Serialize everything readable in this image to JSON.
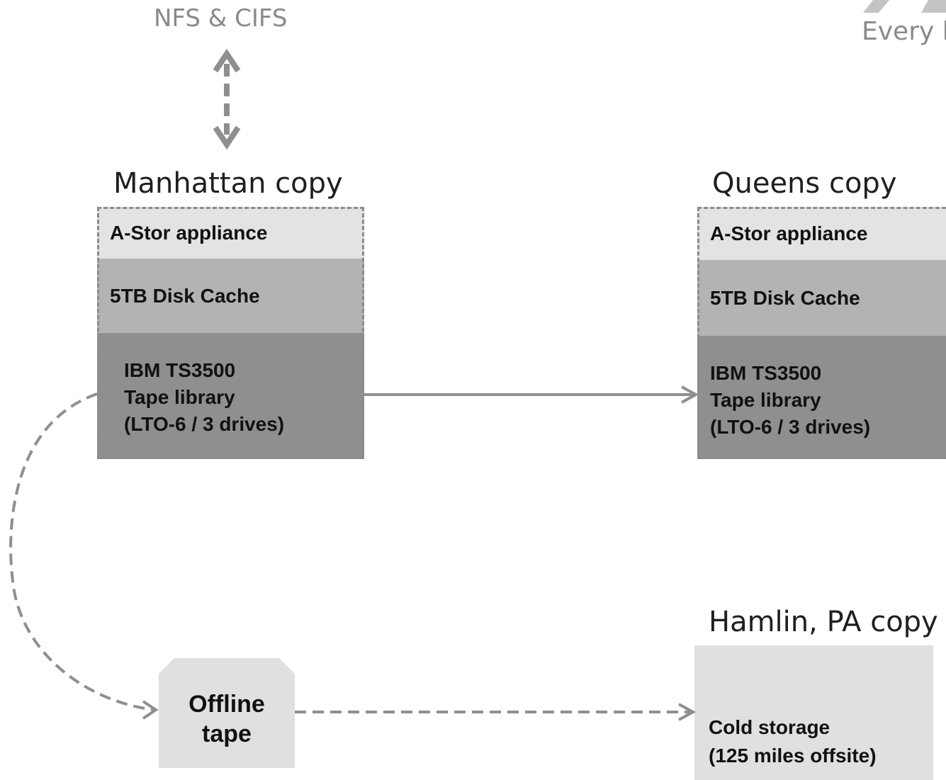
{
  "protocol_label": "NFS & CIFS",
  "logo": {
    "tagline": "Every b"
  },
  "manhattan": {
    "title": "Manhattan copy",
    "appliance": "A-Stor appliance",
    "cache": "5TB Disk Cache",
    "tape_lines": [
      "IBM TS3500",
      "Tape library",
      "(LTO-6 / 3 drives)"
    ]
  },
  "queens": {
    "title": "Queens copy",
    "appliance": "A-Stor appliance",
    "cache": "5TB Disk Cache",
    "tape_lines": [
      "IBM TS3500",
      "Tape library",
      "(LTO-6 / 3 drives)"
    ]
  },
  "hamlin": {
    "title": "Hamlin, PA copy",
    "storage_lines": [
      "Cold storage",
      "(125 miles offsite)"
    ]
  },
  "offline_tape": {
    "lines": [
      "Offline",
      "tape"
    ]
  },
  "colors": {
    "arrow": "#8f8f8f",
    "appliance_bg": "#e3e3e3",
    "cache_bg": "#b3b3b3",
    "tape_bg": "#8f8f8f",
    "cold_bg": "#e0e0e0",
    "label_gray": "#8a8a8a"
  }
}
